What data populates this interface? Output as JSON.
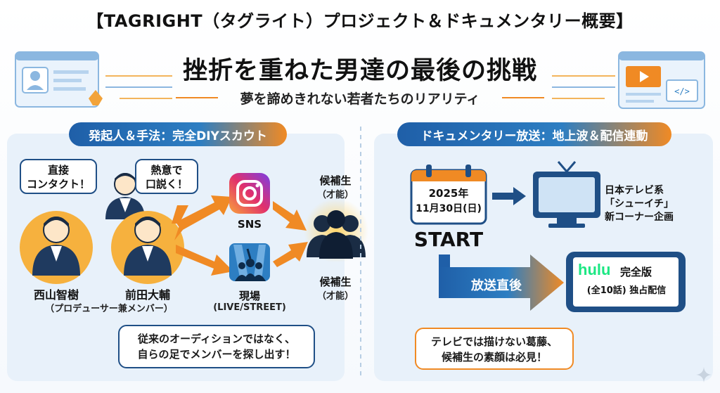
{
  "title": "【TAGRIGHT（タグライト）プロジェクト＆ドキュメンタリー概要】",
  "headline": "挫折を重ねた男達の最後の挑戦",
  "subheadline": "夢を諦めきれない若者たちのリアリティ",
  "left": {
    "header": "発起人＆手法：完全DIYスカウト",
    "bubble1": [
      "直接",
      "コンタクト！"
    ],
    "bubble2": [
      "熱意で",
      "口説く！"
    ],
    "person1": {
      "name": "西山智樹"
    },
    "person2": {
      "name": "前田大輔"
    },
    "person_role": "（プロデューサー兼メンバー）",
    "sns_label": "SNS",
    "field_label": "現場",
    "field_sub": "(LIVE/STREET)",
    "candidate_top": {
      "label": "候補生",
      "sub": "（才能）"
    },
    "candidate_bottom": {
      "label": "候補生",
      "sub": "（才能）"
    },
    "note": [
      "従来のオーディションではなく、",
      "自らの足でメンバーを探し出す！"
    ]
  },
  "right": {
    "header": "ドキュメンタリー放送：地上波＆配信連動",
    "date_year": "2025年",
    "date_day": "11月30日(日)",
    "start": "START",
    "tv_text": [
      "日本テレビ系",
      "「シューイチ」",
      "新コーナー企画"
    ],
    "arrow_label": "放送直後",
    "hulu_logo": "hulu",
    "hulu_text1": "完全版",
    "hulu_text2": "(全10話) 独占配信",
    "note": [
      "テレビでは描けない葛藤、",
      "候補生の素顔は必見！"
    ]
  },
  "colors": {
    "navy": "#1f4f86",
    "blue": "#2d7ec2",
    "orange": "#f08a24",
    "hulu_green": "#1ce783"
  }
}
